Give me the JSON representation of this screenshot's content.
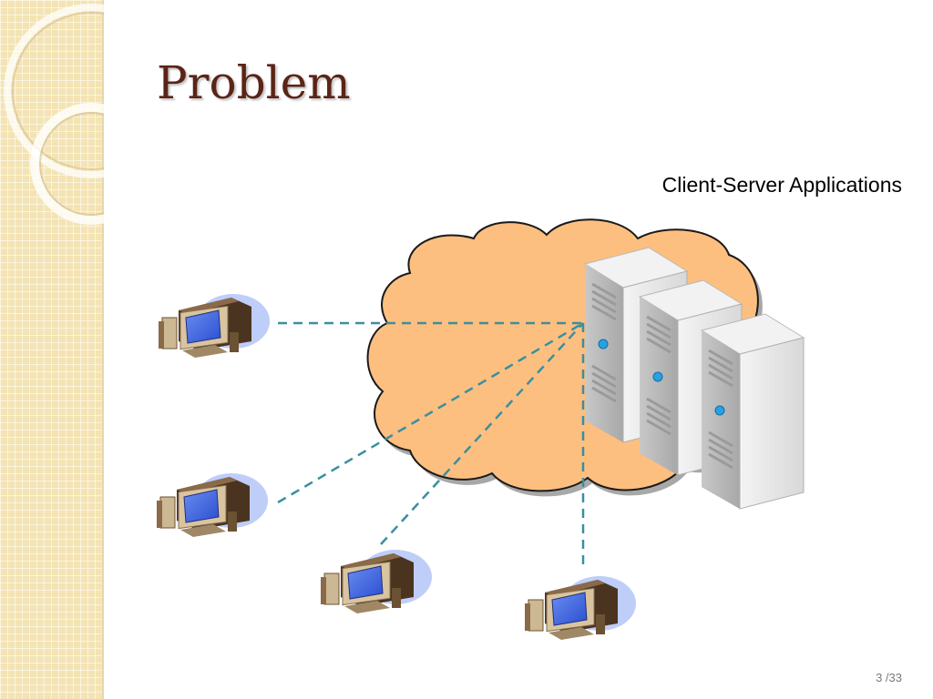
{
  "slide": {
    "title": "Problem",
    "subtitle": "Client-Server Applications",
    "page_number": "3 /33"
  },
  "diagram": {
    "cloud": {
      "color": "#fdbf80"
    },
    "servers": [
      {
        "name": "server-1"
      },
      {
        "name": "server-2"
      },
      {
        "name": "server-3"
      }
    ],
    "clients": [
      {
        "name": "client-1"
      },
      {
        "name": "client-2"
      },
      {
        "name": "client-3"
      },
      {
        "name": "client-4"
      }
    ],
    "connection_color": "#3a8fa0"
  }
}
